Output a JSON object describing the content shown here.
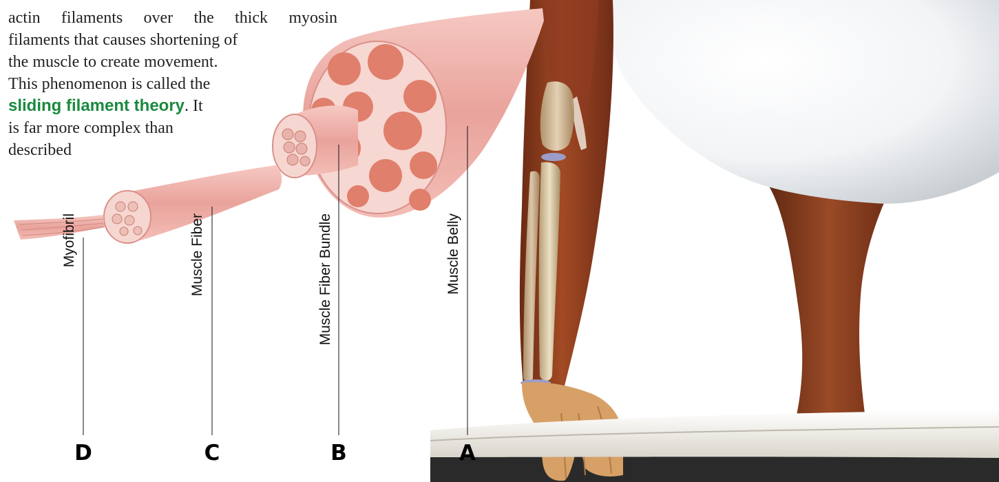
{
  "paragraph": {
    "line1": "actin filaments over the thick myosin",
    "line2": "filaments that causes shortening of",
    "line3": "the muscle to create movement.",
    "line4": "This phenomenon is called the",
    "term": "sliding filament theory",
    "line5_tail": ". It",
    "line6": "is far more complex than",
    "line7": "described"
  },
  "labels": {
    "myofibril": "Myofibril",
    "muscle_fiber": "Muscle Fiber",
    "muscle_fiber_bundle": "Muscle Fiber Bundle",
    "muscle_belly": "Muscle Belly"
  },
  "letters": {
    "d": "D",
    "c": "C",
    "b": "B",
    "a": "A"
  },
  "colors": {
    "highlight": "#1a8a3e",
    "muscle": "#e8a09c",
    "muscle_dark": "#c66a64",
    "skin": "#9a4a2a",
    "bone": "#d9c7a0"
  }
}
